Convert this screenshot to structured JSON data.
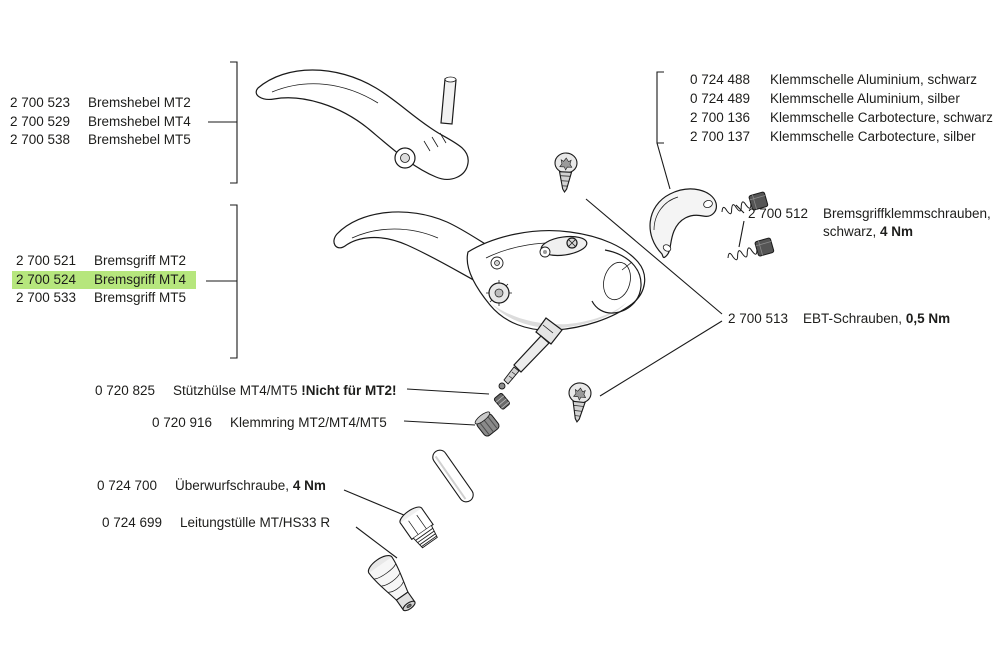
{
  "colors": {
    "background": "#ffffff",
    "text": "#1d1d1b",
    "highlight": "#b6e67d",
    "line": "#1a1a1a"
  },
  "groups": {
    "bremshebel": {
      "items": [
        {
          "part": "2 700 523",
          "label": "Bremshebel MT2"
        },
        {
          "part": "2 700 529",
          "label": "Bremshebel MT4"
        },
        {
          "part": "2 700 538",
          "label": "Bremshebel MT5"
        }
      ]
    },
    "bremsgriff": {
      "items": [
        {
          "part": "2 700 521",
          "label": "Bremsgriff MT2"
        },
        {
          "part": "2 700 524",
          "label": "Bremsgriff MT4",
          "highlighted": true
        },
        {
          "part": "2 700 533",
          "label": "Bremsgriff MT5"
        }
      ]
    },
    "klemmschelle": {
      "items": [
        {
          "part": "0 724 488",
          "label": "Klemmschelle Aluminium, schwarz"
        },
        {
          "part": "0 724 489",
          "label": "Klemmschelle Aluminium, silber"
        },
        {
          "part": "2 700 136",
          "label": "Klemmschelle Carbotecture, schwarz"
        },
        {
          "part": "2 700 137",
          "label": "Klemmschelle Carbotecture, silber"
        }
      ]
    }
  },
  "callouts": {
    "klemmschrauben": {
      "part": "2 700 512",
      "label_line1": "Bremsgriffklemmschrauben,",
      "label_line2": "schwarz, ",
      "torque": "4 Nm"
    },
    "ebt_schrauben": {
      "part": "2 700 513",
      "label": "EBT-Schrauben, ",
      "torque": "0,5 Nm"
    },
    "stuetzhuelse": {
      "part": "0 720 825",
      "label": "Stützhülse MT4/MT5 ",
      "warning": "!Nicht für MT2!"
    },
    "klemmring": {
      "part": "0 720 916",
      "label": "Klemmring  MT2/MT4/MT5"
    },
    "ueberwurfschraube": {
      "part": "0 724 700",
      "label": "Überwurfschraube, ",
      "torque": "4 Nm"
    },
    "leitungstuelle": {
      "part": "0 724 699",
      "label": "Leitungstülle MT/HS33 R"
    }
  }
}
